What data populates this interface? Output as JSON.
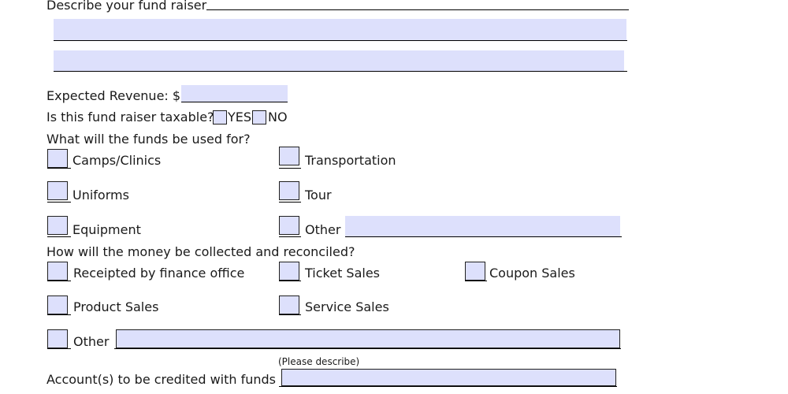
{
  "describe": {
    "label": "Describe your fund raiser"
  },
  "revenue": {
    "label": "Expected Revenue: $"
  },
  "taxable": {
    "question": "Is this fund raiser taxable?",
    "yes_label": "YES",
    "no_label": "NO"
  },
  "funds": {
    "question": "What will the funds be used for?",
    "options": {
      "camps": "Camps/Clinics",
      "transportation": "Transportation",
      "uniforms": "Uniforms",
      "tour": "Tour",
      "equipment": "Equipment",
      "other": "Other"
    }
  },
  "collection": {
    "question": "How will the money be collected and reconciled?",
    "options": {
      "receipted": "Receipted by finance office",
      "ticket": "Ticket Sales",
      "coupon": "Coupon Sales",
      "product": "Product Sales",
      "service": "Service Sales",
      "other": "Other"
    },
    "hint": "(Please describe)"
  },
  "accounts": {
    "label": "Account(s) to be credited with funds"
  },
  "colors": {
    "field_fill": "#dde0fc",
    "text": "#1a1a1a"
  }
}
